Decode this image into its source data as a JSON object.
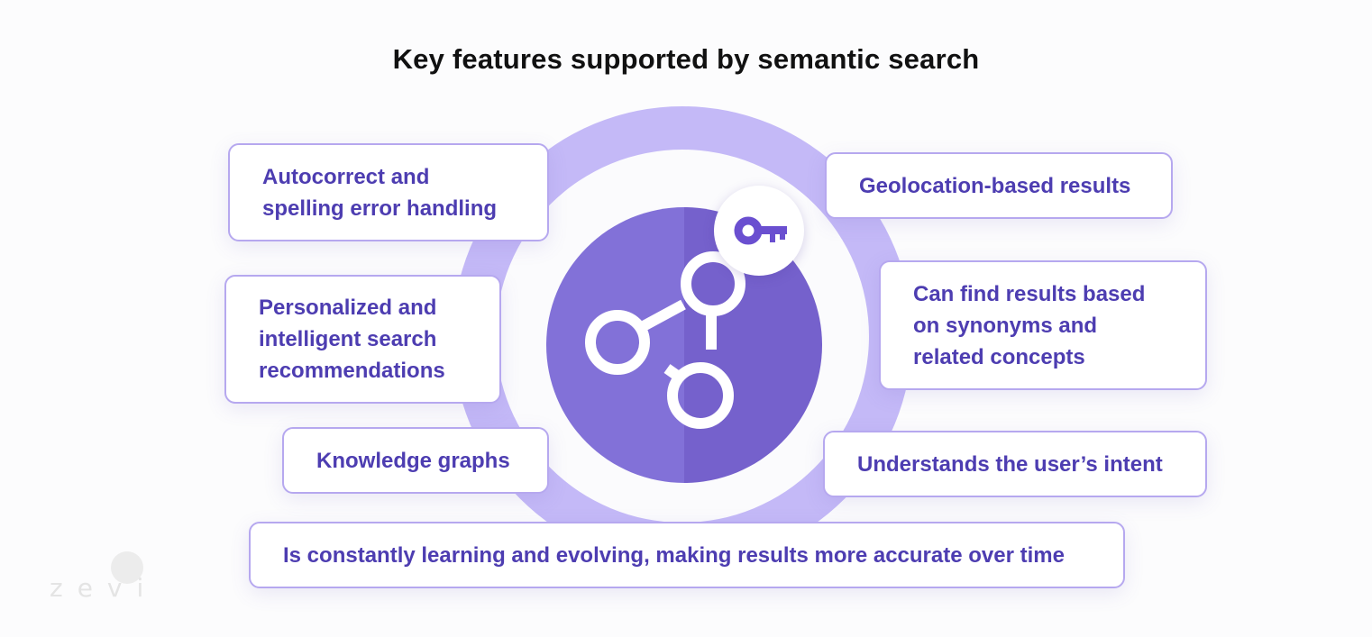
{
  "title": "Key features supported by semantic search",
  "center": {
    "icon": "knowledge-graph-icon",
    "badge_icon": "key-icon"
  },
  "features": {
    "autocorrect": "Autocorrect and\nspelling error handling",
    "personalized": "Personalized and\nintelligent search\nrecommendations",
    "knowledge_graphs": "Knowledge graphs",
    "geolocation": "Geolocation-based results",
    "synonyms": "Can find results based\non synonyms and\nrelated concepts",
    "intent": "Understands the user’s intent",
    "learning": "Is constantly learning and evolving, making results more accurate over time"
  },
  "logo": "zevi",
  "colors": {
    "accent_text": "#4d3db1",
    "card_border": "#b6a8ef",
    "ring": "#c4b9f7",
    "core_left": "#8271d8",
    "core_right": "#7561cc"
  }
}
